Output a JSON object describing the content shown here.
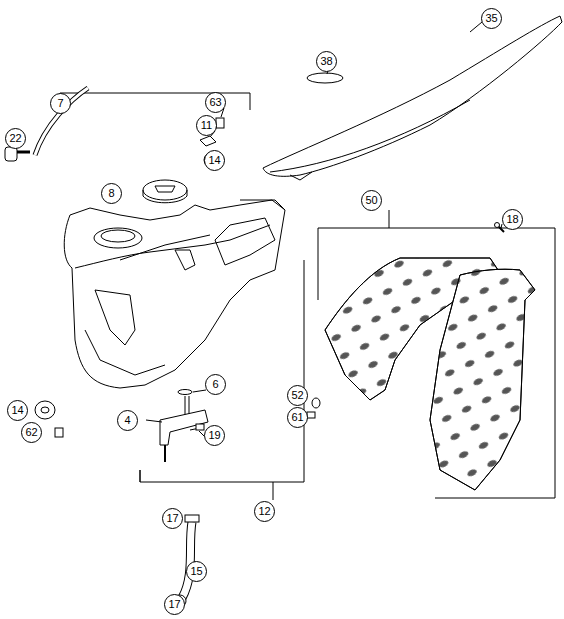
{
  "diagram": {
    "labels": [
      "35",
      "7",
      "63",
      "11",
      "14",
      "22",
      "8",
      "38",
      "50",
      "18",
      "6",
      "14",
      "62",
      "52",
      "61",
      "4",
      "19",
      "12",
      "17",
      "15",
      "17"
    ]
  }
}
